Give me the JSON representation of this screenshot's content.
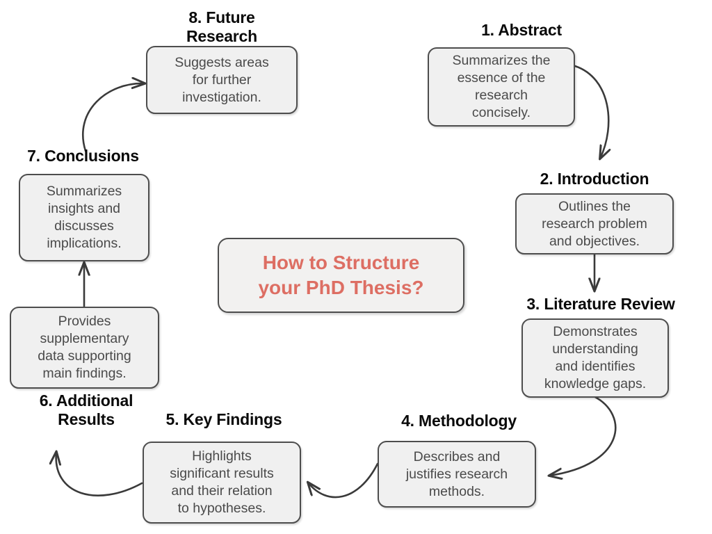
{
  "diagram": {
    "center_title": "How to Structure\nyour PhD Thesis?",
    "accent_color": "#dd6e63",
    "box_fill": "#f0f0f0",
    "box_border": "#4d4d4d",
    "label_color": "#0a0a0a",
    "body_text_color": "#4a4a4a",
    "background": "#ffffff",
    "nodes": [
      {
        "id": "abstract",
        "label": "1. Abstract",
        "body": "Summarizes the\nessence of the\nresearch\nconcisely."
      },
      {
        "id": "introduction",
        "label": "2. Introduction",
        "body": "Outlines the\nresearch problem\nand objectives."
      },
      {
        "id": "literature-review",
        "label": "3. Literature Review",
        "body": "Demonstrates\nunderstanding\nand identifies\nknowledge gaps."
      },
      {
        "id": "methodology",
        "label": "4. Methodology",
        "body": "Describes and\njustifies research\nmethods."
      },
      {
        "id": "key-findings",
        "label": "5. Key Findings",
        "body": "Highlights\nsignificant results\nand their relation\nto hypotheses."
      },
      {
        "id": "additional-results",
        "label": "6. Additional\nResults",
        "body": "Provides\nsupplementary\ndata supporting\nmain findings."
      },
      {
        "id": "conclusions",
        "label": "7. Conclusions",
        "body": "Summarizes\ninsights and\ndiscusses\nimplications."
      },
      {
        "id": "future-research",
        "label": "8. Future\nResearch",
        "body": "Suggests areas\nfor further\ninvestigation."
      }
    ],
    "connectors": [
      {
        "from": "abstract",
        "to": "introduction",
        "style": "curve"
      },
      {
        "from": "introduction",
        "to": "literature-review",
        "style": "straight"
      },
      {
        "from": "literature-review",
        "to": "methodology",
        "style": "curve"
      },
      {
        "from": "methodology",
        "to": "key-findings",
        "style": "curve"
      },
      {
        "from": "key-findings",
        "to": "additional-results",
        "style": "curve"
      },
      {
        "from": "additional-results",
        "to": "conclusions",
        "style": "straight"
      },
      {
        "from": "conclusions",
        "to": "future-research",
        "style": "curve"
      }
    ]
  }
}
